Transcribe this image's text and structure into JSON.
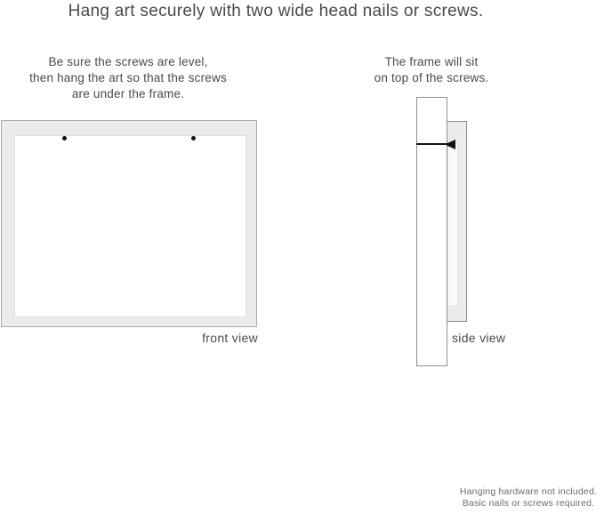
{
  "title": "Hang art securely with two wide head nails or screws.",
  "instructions": {
    "front": {
      "lines": [
        "Be sure the screws are level,",
        "then hang the art so that the screws",
        "are under the frame."
      ],
      "label": "front view"
    },
    "side": {
      "lines": [
        "The frame will sit",
        "on top of the screws."
      ],
      "label": "side view"
    }
  },
  "footer": {
    "lines": [
      "Hanging hardware not included.",
      "Basic nails or screws required."
    ]
  },
  "colors": {
    "frame_fill": "#ebebeb",
    "frame_border": "#aaaaaa",
    "wall_border": "#8f8f8f",
    "nail": "#151515",
    "text": "#4a4a4a",
    "footer_text": "#6b6b6b"
  }
}
